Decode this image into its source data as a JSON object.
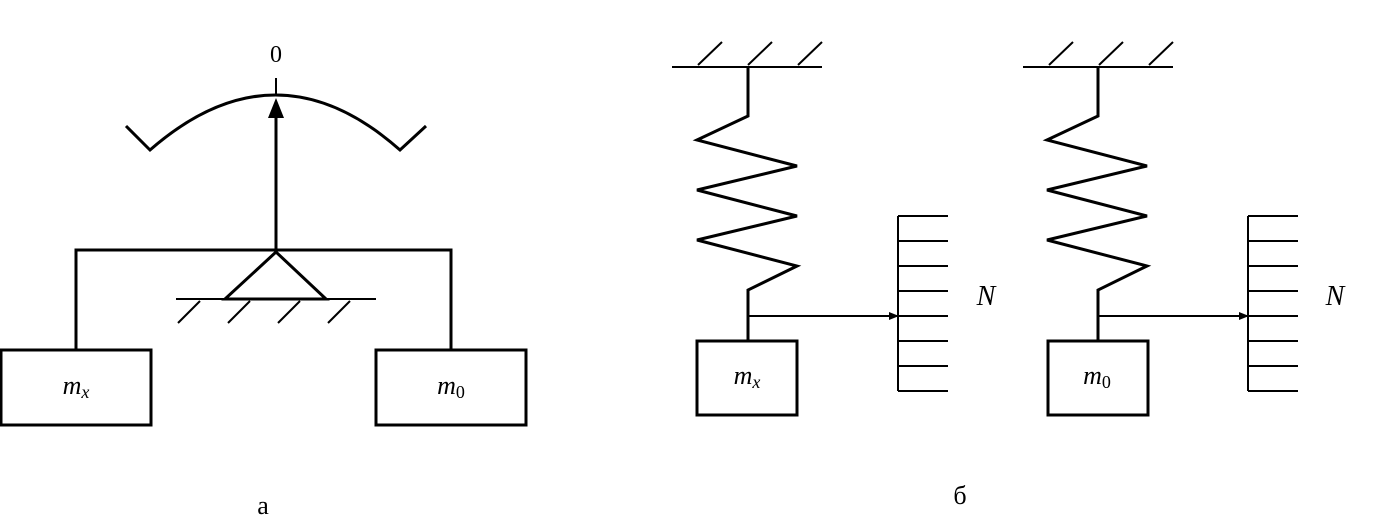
{
  "panel_a": {
    "scale_zero": "0",
    "left_mass": {
      "symbol": "m",
      "subscript": "x"
    },
    "right_mass": {
      "symbol": "m",
      "subscript": "0"
    },
    "caption": "а"
  },
  "panel_b": {
    "left_mass": {
      "symbol": "m",
      "subscript": "x"
    },
    "right_mass": {
      "symbol": "m",
      "subscript": "0"
    },
    "scale_label_left": "N",
    "scale_label_right": "N",
    "caption": "б"
  }
}
